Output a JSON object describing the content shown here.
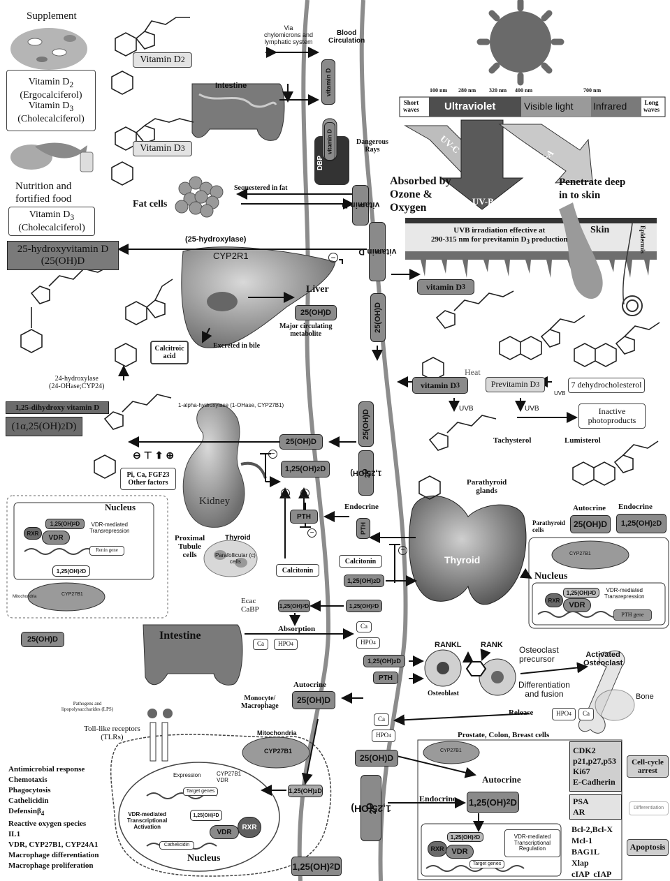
{
  "supplement": {
    "title": "Supplement",
    "vit_d2_line1": "Vitamin D",
    "vit_d2_line2": "(Ergocalciferol)",
    "vit_d3_line1": "Vitamin D",
    "vit_d3_line2": "(Cholecalciferol)",
    "nutrition_line1": "Nutrition and",
    "nutrition_line2": "fortified food",
    "food_d3_line1": "Vitamin D",
    "food_d3_line2": "(Cholecalciferol)"
  },
  "labels": {
    "vitamin_d2_mol": "Vitamin D",
    "vitamin_d3_mol": "Vitamin D",
    "via_chylomicrons": "Via\nchylomicrons and\nlymphatic system",
    "blood_circulation": "Blood\nCirculation",
    "intestine_top": "Intestine",
    "dangerous_rays": "Dangerous\nRays",
    "dbp": "DBP",
    "vitamin_d_tube": "vitamin D",
    "fat_cells": "Fat cells",
    "sequestered_in_fat": "Sequestered in fat",
    "vitamin_d3_blood1": "vitamin D",
    "vitamin_d3_blood2": "vitamin D",
    "hydroxylase_25": "(25-hydroxylase)",
    "cyp2r1": "CYP2R1",
    "hydroxyvitamin_line1": "25-hydroxyvitamin D",
    "hydroxyvitamin_line2": "(25(OH)D",
    "liver": "Liver",
    "oh25d_liver": "25(OH)D",
    "major_circulating": "Major circulating\nmetabolite",
    "oh25d_blood": "25(OH)D",
    "calcitroic_acid": "Calcitroic\nacid",
    "excreted_in_bile": "Excreted in bile",
    "hydroxylase_24": "24-hydroxylase\n(24-OHase;CYP24)",
    "dihydroxy_line1": "1,25-dihydroxy vitamin D",
    "dihydroxy_line2": "(1α,25(OH)",
    "alpha_hydroxylase": "1-alpha-hydroxylase (1-OHase, CYP27B1)",
    "oh25d_kidney": "25(OH)D",
    "oh125d_kidney": "1,25(OH)",
    "oh25d_tube": "25(OH)D",
    "oh125d_tube": "1,25(OH)",
    "pi_ca_fgf23": "Pi, Ca, FGF23\nOther factors",
    "kidney": "Kidney",
    "proximal_tubule": "Proximal\nTubule\ncells",
    "endocrine_mid": "Endocrine",
    "pth_left": "PTH",
    "pth_tube": "PTH",
    "thyroid": "Thyroid",
    "parafollicular": "Parafollicular (c)\ncells",
    "calcitonin_a": "Calcitonin",
    "calcitonin_b": "Calcitonin",
    "oh125d_mid1": "1,25(OH)",
    "oh125d_mid2": "1,25(OH)",
    "oh125d_mid3": "1,25(OH)",
    "ecac_cabp": "Ecac\nCaBP",
    "absorption": "Absorption",
    "ca_left": "Ca",
    "hpo4_left": "HPO",
    "ca_right": "Ca",
    "hpo4_right": "HPO",
    "intestine_bottom": "Intestine",
    "nucleus_top": "Nucleus",
    "oh125d_nuc_top": "1,25(OH)",
    "vdr_transrepression": "VDR-mediated\nTransrepression",
    "renin_gene": "Renin gene",
    "mitochondria_left": "Mitochondria",
    "cyp27b1_left": "CYP27B1",
    "oh125d_left": "1,25(OH)",
    "oh25d_left_box": "25(OH)D",
    "rxr": "RXR",
    "vdr": "VDR",
    "uv_scale_100": "100 nm",
    "uv_scale_280": "280 nm",
    "uv_scale_320": "320 nm",
    "uv_scale_400": "400 nm",
    "uv_scale_700": "700 nm",
    "short_waves": "Short\nwaves",
    "ultraviolet": "Ultraviolet",
    "visible_light": "Visible light",
    "infrared": "Infrared",
    "long_waves": "Long\nwaves",
    "uvc": "UV-C",
    "uva": "UV-A",
    "uvb_arrow": "UV-B",
    "absorbed_by": "Absorbed by\nOzone &\nOxygen",
    "penetrate_deep": "Penetrate deep\nin to skin",
    "skin": "Skin",
    "epidermis": "Epidermis",
    "uvb_irradiation": "UVB irradiation effective at\n290-315 nm for previtamin D",
    "uvb_irradiation_tail": " production",
    "vitamin_d3_skin": "vitamin D",
    "heat": "Heat",
    "vitamin_d3_lower": "vitamin D",
    "previtamin_d3": "Previtamin D",
    "dehydrocholesterol": "7 dehydrocholesterol",
    "uvb_small_1": "UVB",
    "uvb_small_2": "UVB",
    "uvb_small_3": "UVB",
    "inactive_photoproducts": "Inactive\nphotoproducts",
    "tachysterol": "Tachysterol",
    "lumisterol": "Lumisterol",
    "parathyroid_glands": "Parathyroid\nglands",
    "autocrine_pt": "Autocrine",
    "endocrine_pt": "Endocrine",
    "parathyroid_cells": "Parathyroid\ncells",
    "oh25d_pt": "25(OH)D",
    "oh125d_pt": "1,25(OH)",
    "thyroid_right": "Thyroid",
    "cyp27b1_pt": "CYP27B1",
    "nucleus_right": "Nucleus",
    "oh125d_nuc_right": "1,25(OH)",
    "vdr_transrepression_right": "VDR-mediated\nTransrepression",
    "pth_gene": "PTH gene",
    "rankl": "RANKL",
    "rank": "RANK",
    "osteoclast_precursor": "Osteoclast\nprecursor",
    "activated_osteoclast": "Activated\nOsteoclast",
    "differentiation_fusion": "Differentiation\nand fusion",
    "osteoblast": "Osteoblast",
    "bone": "Bone",
    "oh125d_rank": "1,25(OH)",
    "pth_rank": "PTH",
    "release": "Release",
    "hpo4_release": "HPO",
    "ca_release": "Ca",
    "ca_bottom": "Ca",
    "hpo4_bottom": "HPO",
    "autocrine_mono": "Autocrine",
    "monocyte": "Monocyte/\nMacrophage",
    "oh25d_mono": "25(OH)D",
    "pathogens": "Pathogens and\nlipopolysaccharides (LPS)",
    "toll_like": "Toll-like receptors\n(TLRs)",
    "mitochondria_bottom": "Mitochondria",
    "cyp27b1_bottom": "CYP27B1",
    "expression": "Expression",
    "cyp27b1_vdr": "CYP27B1\nVDR",
    "target_genes_a": "Target genes",
    "oh125d_mono_out": "1,25(OH)",
    "vdr_transcriptional_activation": "VDR-mediated\nTranscriptional\nActivation",
    "oh125d_nuc_bottom": "1,25(OH)",
    "cathelicidin_gene": "Cathelicidin",
    "nucleus_bottom": "Nucleus",
    "oh25d_bottom": "25(OH)D",
    "oh125d_bottom_tube": "1,25(OH)",
    "oh125d_final": "1,25(OH)",
    "prostate": "Prostate, Colon, Breast cells",
    "cyp27b1_prostate": "CYP27B1",
    "autocrine_prostate": "Autocrine",
    "endocrine_prostate": "Endocrine",
    "oh125d_prostate": "1,25(OH)",
    "oh125d_prostate_nuc": "1,25(OH)",
    "vdr_transcriptional_regulation": "VDR-mediated\nTranscriptional\nRegulation",
    "target_genes_b": "Target genes",
    "cell_cycle_genes": "CDK2\np21,p27,p53\nKi67\nE-Cadherin",
    "cell_cycle_arrest": "Cell-cycle\narrest",
    "psa_ar": "PSA\nAR",
    "differentiation": "Differentiation",
    "apoptosis_genes": "Bcl-2,Bcl-X\nMcl-1\nBAG1L\nXlap\ncIAP  cIAP",
    "apoptosis": "Apoptosis"
  },
  "immune_responses": [
    "Antimicrobial response",
    "Chemotaxis",
    "Phagocytosis",
    "Cathelicidin",
    "Defensinβ",
    "Reactive oxygen species",
    "IL1",
    "VDR, CYP27B1, CYP24A1",
    "Macrophage differentiation",
    "Macrophage proliferation"
  ],
  "symbols": {
    "minus": "−",
    "plus": "+"
  },
  "colors": {
    "tube": "#8c8c8c",
    "pill": "#8a8a8a",
    "dark": "#5e5e5e",
    "uv_bar": "#555555"
  }
}
